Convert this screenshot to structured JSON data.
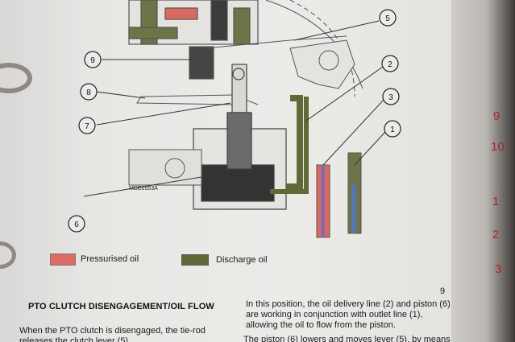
{
  "diagram": {
    "callouts": [
      "9",
      "8",
      "7",
      "6",
      "5",
      "2",
      "3",
      "1"
    ],
    "ref_code": "MDE0553A"
  },
  "legend": {
    "pressurised": {
      "label": "Pressurised oil",
      "color": "#e06a64"
    },
    "discharge": {
      "label": "Discharge oil",
      "color": "#5f6a36"
    }
  },
  "page_number": "9",
  "section": {
    "title": "PTO CLUTCH DISENGAGEMENT/OIL FLOW",
    "left_paragraph": "When the PTO clutch is disengaged, the tie-rod releases the clutch lever (5)",
    "right_paragraph_1": "In this position, the oil delivery line (2) and piston (6) are working in conjunction with outlet line (1), allowing the oil to flow from the piston.",
    "right_paragraph_2": "The piston (6) lowers and moves lever (5), by means"
  },
  "tabs": [
    "9",
    "10",
    "1",
    "2",
    "3"
  ]
}
